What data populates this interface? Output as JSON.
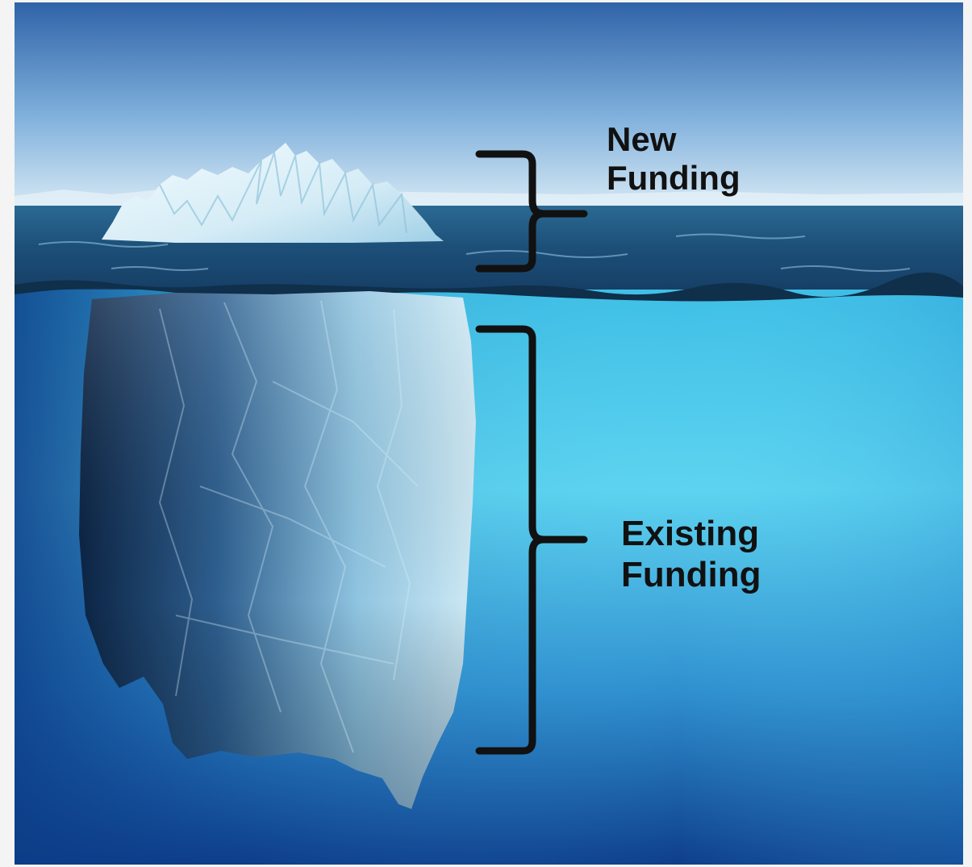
{
  "labels": {
    "above_water": {
      "line1": "New",
      "line2": "Funding"
    },
    "below_water": {
      "line1": "Existing",
      "line2": "Funding"
    }
  },
  "colors": {
    "sky_top": "#2f63a8",
    "sky_bottom": "#cfe3f2",
    "ocean_surface": "#1a4c74",
    "underwater_light": "#5fd2ee",
    "underwater_deep": "#0e3e8c",
    "ice_light": "#e9f6fb",
    "ice_dark": "#0f2e52",
    "bracket": "#111111"
  },
  "icons": {
    "bracket_top": "right-curly-brace",
    "bracket_bottom": "right-curly-brace"
  }
}
